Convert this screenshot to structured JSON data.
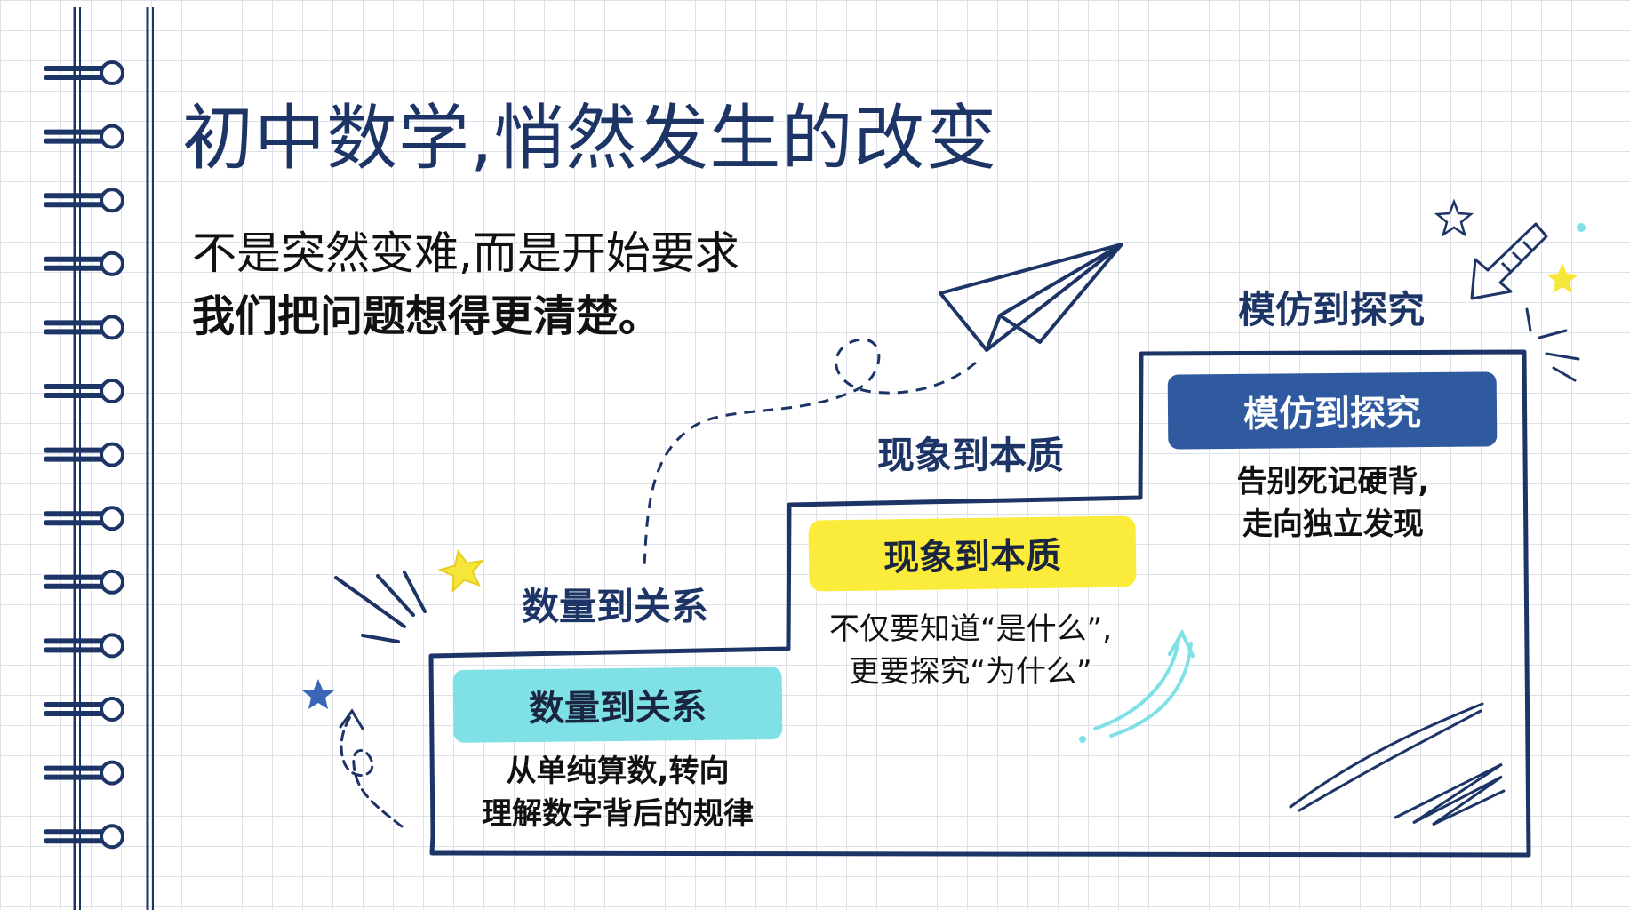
{
  "title": "初中数学,悄然发生的改变",
  "subtitle": {
    "line1": "不是突然变难,而是开始要求",
    "line2": "我们把问题想得更清楚。"
  },
  "steps": [
    {
      "heading": "数量到关系",
      "pill": "数量到关系",
      "desc_line1": "从单纯算数,转向",
      "desc_line2": "理解数字背后的规律"
    },
    {
      "heading": "现象到本质",
      "pill": "现象到本质",
      "desc_line1": "不仅要知道“是什么”,",
      "desc_line2": "更要探究“为什么”"
    },
    {
      "heading": "模仿到探究",
      "pill": "模仿到探究",
      "desc_line1": "告别死记硬背,",
      "desc_line2": "走向独立发现"
    }
  ],
  "colors": {
    "navy": "#1d3466",
    "cyan_pill": "#7fe0e6",
    "yellow_pill": "#fbec3b",
    "blue_pill": "#2f5aa0",
    "star_yellow": "#f5e63a",
    "star_blue": "#3a66b5"
  },
  "icons": [
    "notebook-spiral",
    "paper-plane-icon",
    "star-icon",
    "arrow-icon",
    "sparkle-lines-icon",
    "scribble-icon"
  ]
}
